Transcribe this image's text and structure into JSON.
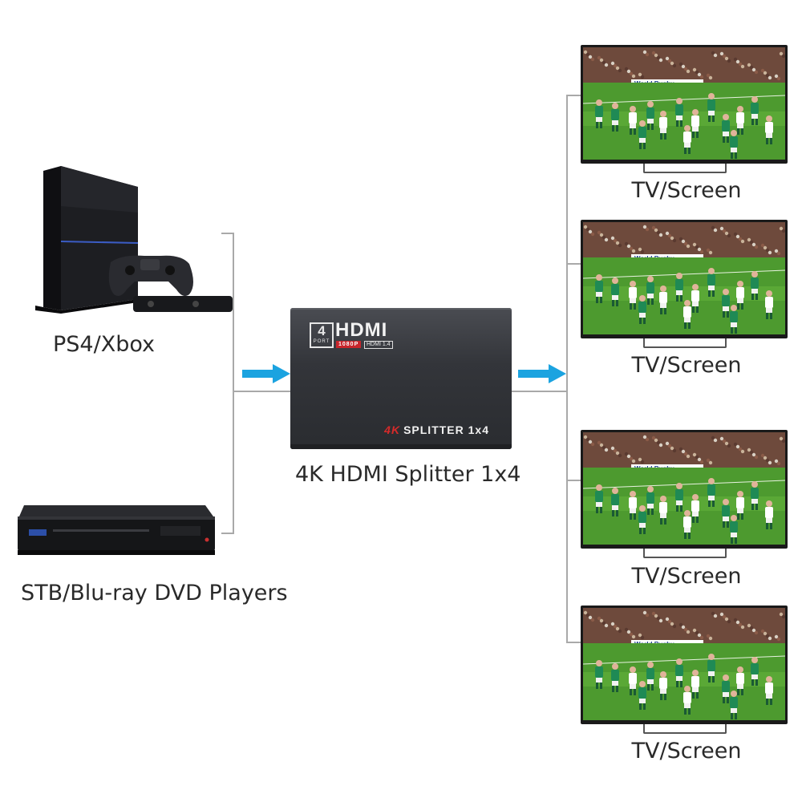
{
  "sources": {
    "console_label": "PS4/Xbox",
    "player_label": "STB/Blu-ray DVD Players"
  },
  "splitter": {
    "label": "4K HDMI Splitter 1x4",
    "logo": {
      "port_number": "4",
      "port_text": "PORT",
      "brand": "HDMI",
      "resolution": "1080P",
      "version": "HDMI 1.4"
    },
    "model_accent": "4K",
    "model_text": "SPLITTER 1x4"
  },
  "outputs": [
    {
      "label": "TV/Screen"
    },
    {
      "label": "TV/Screen"
    },
    {
      "label": "TV/Screen"
    },
    {
      "label": "TV/Screen"
    }
  ],
  "tv_screen_banner": "World Rugby",
  "colors": {
    "arrow": "#1ba3e0",
    "connector": "#a9a9a9",
    "accent_red": "#d62a2a"
  }
}
